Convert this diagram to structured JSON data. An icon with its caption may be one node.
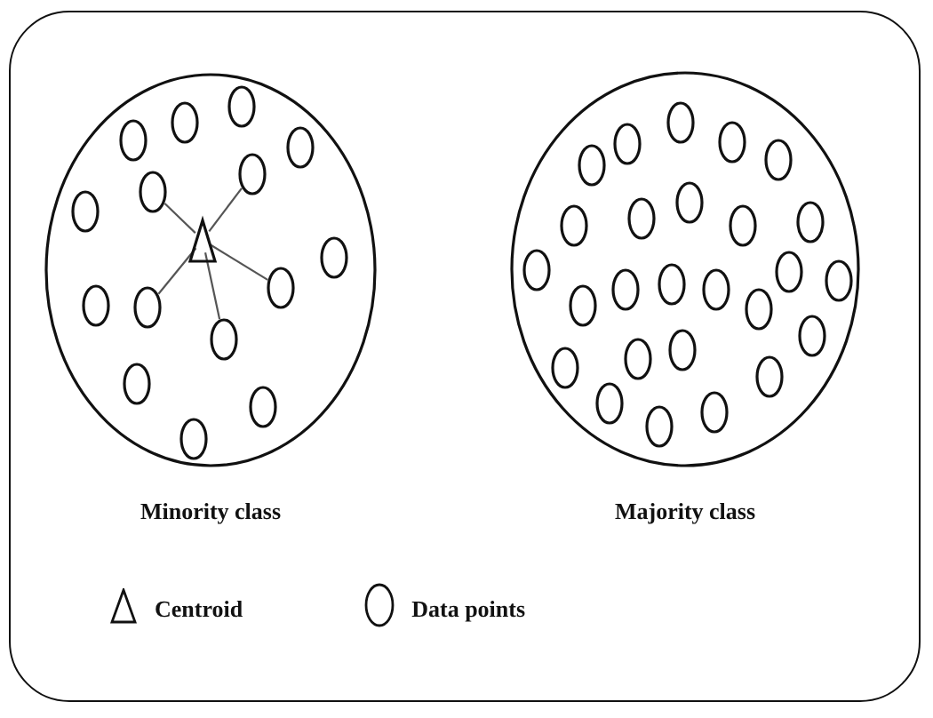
{
  "diagram": {
    "nodes": [
      {
        "text": [
          "Minority class"
        ]
      },
      {
        "text": [
          "Majority class"
        ]
      },
      {
        "text": [],
        "shape": "circle",
        "in": 0
      },
      {
        "text": [],
        "shape": "circle",
        "in": 0
      },
      {
        "text": [],
        "shape": "circle",
        "in": 0
      },
      {
        "text": [],
        "shape": "circle",
        "in": 0
      },
      {
        "text": [],
        "shape": "circle",
        "in": 0
      },
      {
        "text": [],
        "shape": "circle",
        "in": 0
      },
      {
        "text": [],
        "shape": "circle",
        "in": 0
      },
      {
        "text": [],
        "shape": "triangle",
        "in": 0
      },
      {
        "text": [],
        "shape": "circle",
        "in": 0
      },
      {
        "text": [],
        "shape": "circle",
        "in": 0
      },
      {
        "text": [],
        "shape": "circle",
        "in": 0
      },
      {
        "text": [],
        "shape": "circle",
        "in": 0
      },
      {
        "text": [],
        "shape": "circle",
        "in": 0
      },
      {
        "text": [],
        "shape": "circle",
        "in": 0
      },
      {
        "text": [],
        "shape": "circle",
        "in": 0
      },
      {
        "text": [],
        "shape": "circle",
        "in": 0
      },
      {
        "text": [],
        "shape": "circle",
        "in": 1
      },
      {
        "text": [],
        "shape": "circle",
        "in": 1
      },
      {
        "text": [],
        "shape": "circle",
        "in": 1
      },
      {
        "text": [],
        "shape": "circle",
        "in": 1
      },
      {
        "text": [],
        "shape": "circle",
        "in": 1
      },
      {
        "text": [],
        "shape": "circle",
        "in": 1
      },
      {
        "text": [],
        "shape": "circle",
        "in": 1
      },
      {
        "text": [],
        "shape": "circle",
        "in": 1
      },
      {
        "text": [],
        "shape": "circle",
        "in": 1
      },
      {
        "text": [],
        "shape": "circle",
        "in": 1
      },
      {
        "text": [],
        "shape": "circle",
        "in": 1
      },
      {
        "text": [],
        "shape": "circle",
        "in": 1
      },
      {
        "text": [],
        "shape": "circle",
        "in": 1
      },
      {
        "text": [],
        "shape": "circle",
        "in": 1
      },
      {
        "text": [],
        "shape": "circle",
        "in": 1
      },
      {
        "text": [],
        "shape": "circle",
        "in": 1
      },
      {
        "text": [],
        "shape": "circle",
        "in": 1
      },
      {
        "text": [],
        "shape": "circle",
        "in": 1
      },
      {
        "text": [],
        "shape": "circle",
        "in": 1
      },
      {
        "text": [],
        "shape": "circle",
        "in": 1
      },
      {
        "text": [],
        "shape": "circle",
        "in": 1
      },
      {
        "text": [],
        "shape": "circle",
        "in": 1
      },
      {
        "text": [],
        "shape": "circle",
        "in": 1
      },
      {
        "text": [],
        "shape": "circle",
        "in": 1
      },
      {
        "text": [],
        "shape": "circle",
        "in": 1
      },
      {
        "text": [],
        "shape": "circle",
        "in": 1
      }
    ],
    "edges": [
      {
        "from": 9,
        "to": 6,
        "arrow": "none"
      },
      {
        "from": 9,
        "to": 7,
        "arrow": "none"
      },
      {
        "from": 9,
        "to": 11,
        "arrow": "none"
      },
      {
        "from": 9,
        "to": 13,
        "arrow": "none"
      },
      {
        "from": 9,
        "to": 14,
        "arrow": "none"
      }
    ],
    "legend": [
      {
        "text": "Centroid"
      },
      {
        "text": "Data points"
      }
    ]
  }
}
